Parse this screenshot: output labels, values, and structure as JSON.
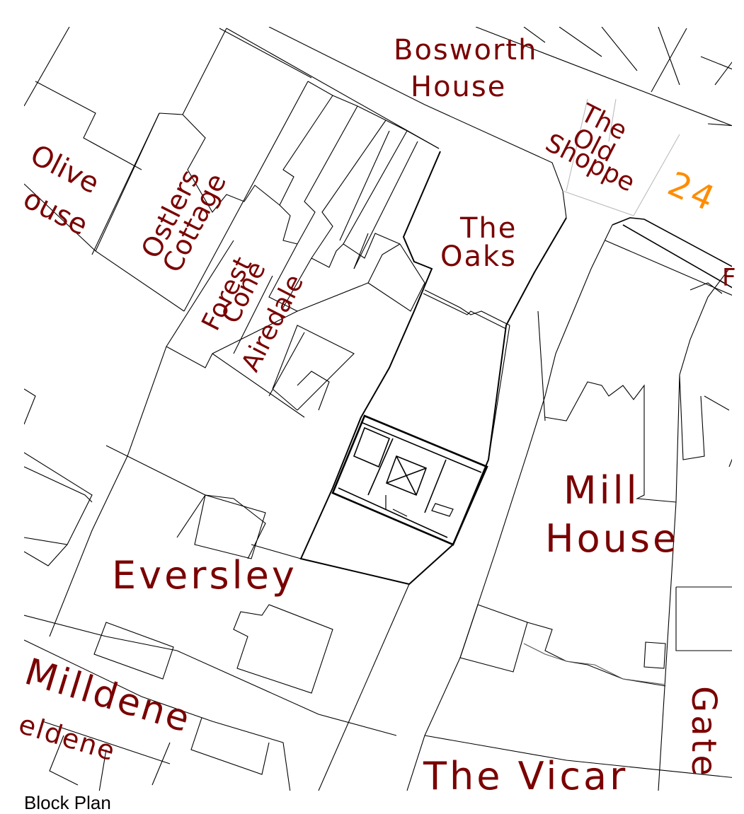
{
  "labels": {
    "bosworth_1": "Bosworth",
    "bosworth_2": "House",
    "old_shoppe_1": "The",
    "old_shoppe_2": "Old",
    "old_shoppe_3": "Shoppe",
    "number_24": "24",
    "olive_1": "Olive",
    "olive_2": "ouse",
    "ostlers_1": "Ostlers",
    "ostlers_2": "Cottage",
    "forest_1": "Forest",
    "forest_2": "Cone",
    "airedale": "Airedale",
    "oaks_1": "The",
    "oaks_2": "Oaks",
    "mill_1": "Mill",
    "mill_2": "House",
    "eversley": "Eversley",
    "milldene": "Milldene",
    "eldene": "eldene",
    "gate": "Gate",
    "vicarage": "The Vicar"
  },
  "caption": "Block Plan",
  "colors": {
    "label": "#7a0000",
    "number": "#ff8c00",
    "line": "#000000",
    "faint": "#bbbbbb"
  }
}
